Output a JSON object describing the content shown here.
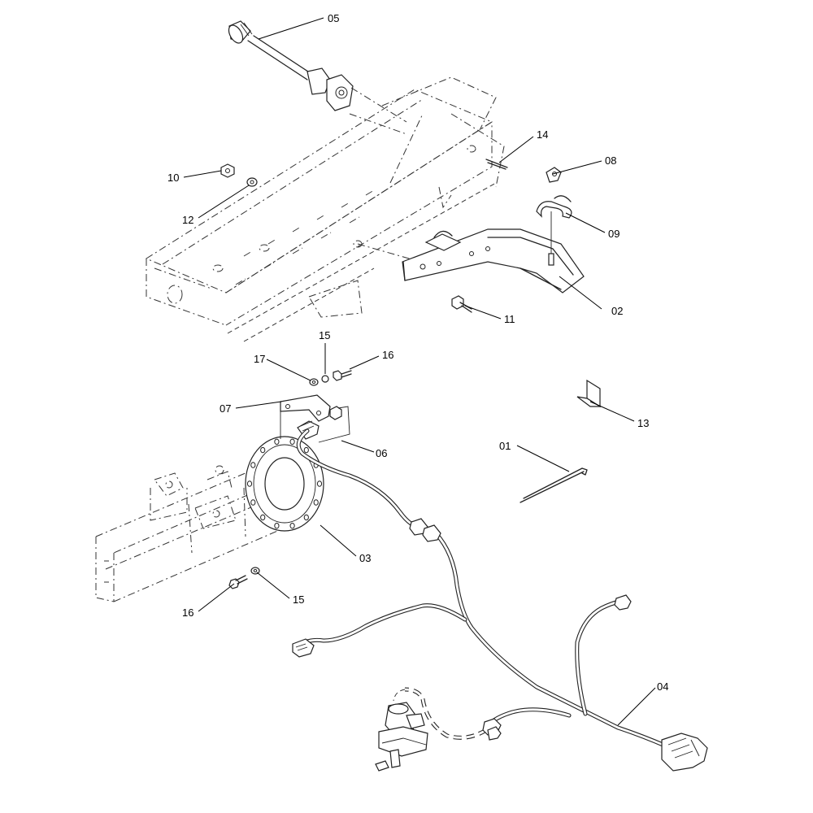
{
  "diagram": {
    "type": "exploded-parts-diagram",
    "callouts": [
      {
        "id": "c01",
        "label": "01"
      },
      {
        "id": "c02",
        "label": "02"
      },
      {
        "id": "c03",
        "label": "03"
      },
      {
        "id": "c04",
        "label": "04"
      },
      {
        "id": "c05",
        "label": "05"
      },
      {
        "id": "c06",
        "label": "06"
      },
      {
        "id": "c07",
        "label": "07"
      },
      {
        "id": "c08",
        "label": "08"
      },
      {
        "id": "c09",
        "label": "09"
      },
      {
        "id": "c10",
        "label": "10"
      },
      {
        "id": "c11",
        "label": "11"
      },
      {
        "id": "c12",
        "label": "12"
      },
      {
        "id": "c13",
        "label": "13"
      },
      {
        "id": "c14",
        "label": "14"
      },
      {
        "id": "c15a",
        "label": "15"
      },
      {
        "id": "c15b",
        "label": "15"
      },
      {
        "id": "c16a",
        "label": "16"
      },
      {
        "id": "c16b",
        "label": "16"
      },
      {
        "id": "c17",
        "label": "17"
      }
    ],
    "line_color": "#222222",
    "background": "#ffffff"
  }
}
